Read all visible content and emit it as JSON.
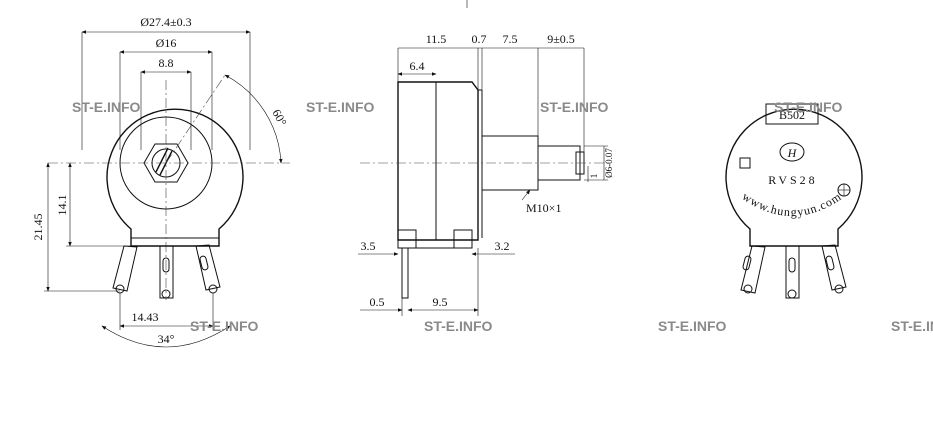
{
  "front_view": {
    "dims": {
      "outer_diameter": "Ø27.4±0.3",
      "inner_diameter": "Ø16",
      "shaft_width": "8.8",
      "rotation_angle": "60°",
      "height_center": "14.1",
      "height_total": "21.45",
      "pin_spacing": "14.43",
      "pin_angle": "34°"
    }
  },
  "side_view": {
    "dims": {
      "body_depth": "11.5",
      "gap": "0.7",
      "bushing_length": "7.5",
      "shaft_length": "9±0.5",
      "front_part": "6.4",
      "thread": "M10×1",
      "shaft_diameter": "Ø6-0.07",
      "flat": "1",
      "left_offset": "3.5",
      "right_offset": "3.2",
      "terminal_thickness": "0.5",
      "terminal_position": "9.5"
    }
  },
  "back_view": {
    "label": "B502",
    "logo": "H",
    "model": "RVS28",
    "website": "www.hungyun.com"
  },
  "watermarks": [
    "ST-E.INFO",
    "ST-E.INFO",
    "ST-E.INFO",
    "ST-E.INFO",
    "ST-E.INFO",
    "ST-E.INFO",
    "ST-E.INFO",
    "ST-E.INFO"
  ]
}
